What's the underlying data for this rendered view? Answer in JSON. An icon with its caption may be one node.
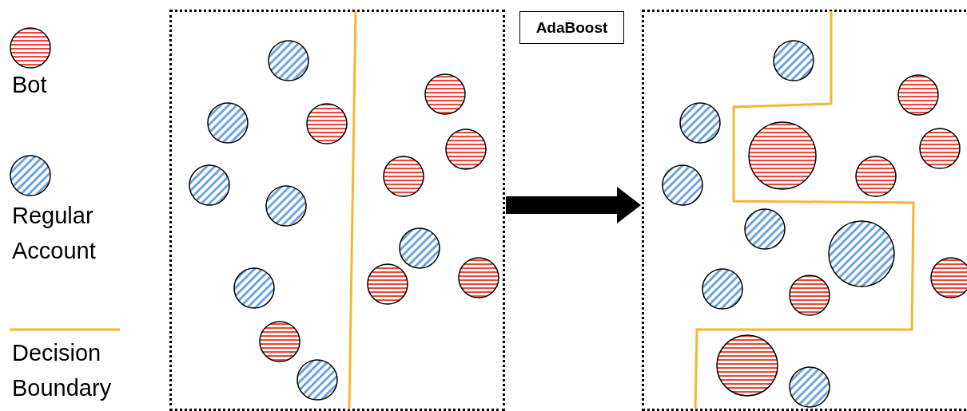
{
  "diagram": {
    "nodes": [
      {
        "text": [],
        "shape": "box"
      },
      {
        "text": [
          "AdaBoost"
        ]
      },
      {
        "text": [],
        "shape": "box"
      }
    ],
    "edges": [
      {
        "from": 0,
        "to": 2,
        "arrow": "to"
      }
    ],
    "legend": [
      {
        "text": "Bot"
      },
      {
        "text": "Regular Account"
      },
      {
        "text": "Decision Boundary"
      }
    ]
  }
}
